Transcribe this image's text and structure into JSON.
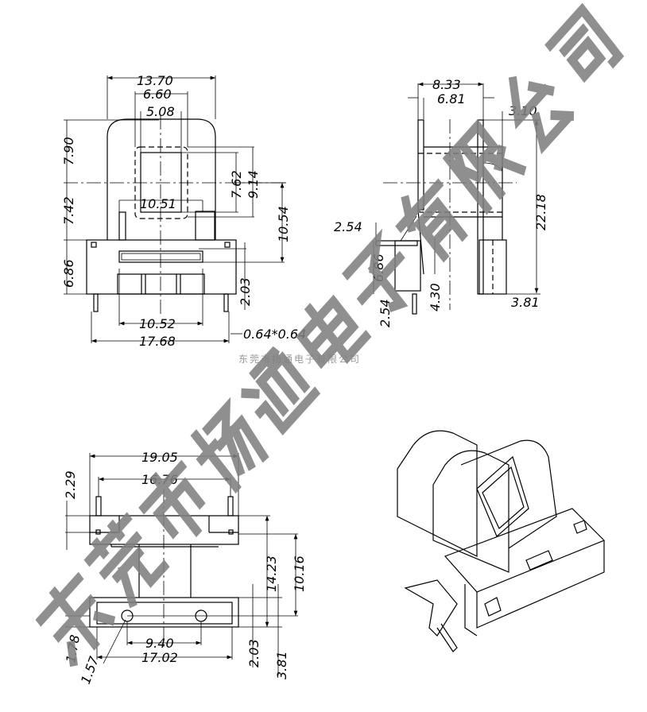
{
  "front_view": {
    "dims": [
      "13.70",
      "6.60",
      "5.08",
      "7.90",
      "7.42",
      "6.86",
      "7.62",
      "9.14",
      "10.54",
      "10.51",
      "2.03",
      "10.52",
      "17.68",
      "0.64*0.64"
    ]
  },
  "side_view": {
    "dims": [
      "8.33",
      "6.81",
      "3.10",
      "22.18",
      "2.54",
      "6.86",
      "2.54",
      "4.30",
      "3.81"
    ]
  },
  "bottom_view": {
    "dims": [
      "19.05",
      "16.76",
      "2.29",
      "14.23",
      "10.16",
      "2.03",
      "3.81",
      "9.40",
      "17.02",
      "1.78",
      "1.57"
    ]
  },
  "caption": "东莞市扬通电子有限公司",
  "watermark": "东莞市扬通电子有限公司"
}
